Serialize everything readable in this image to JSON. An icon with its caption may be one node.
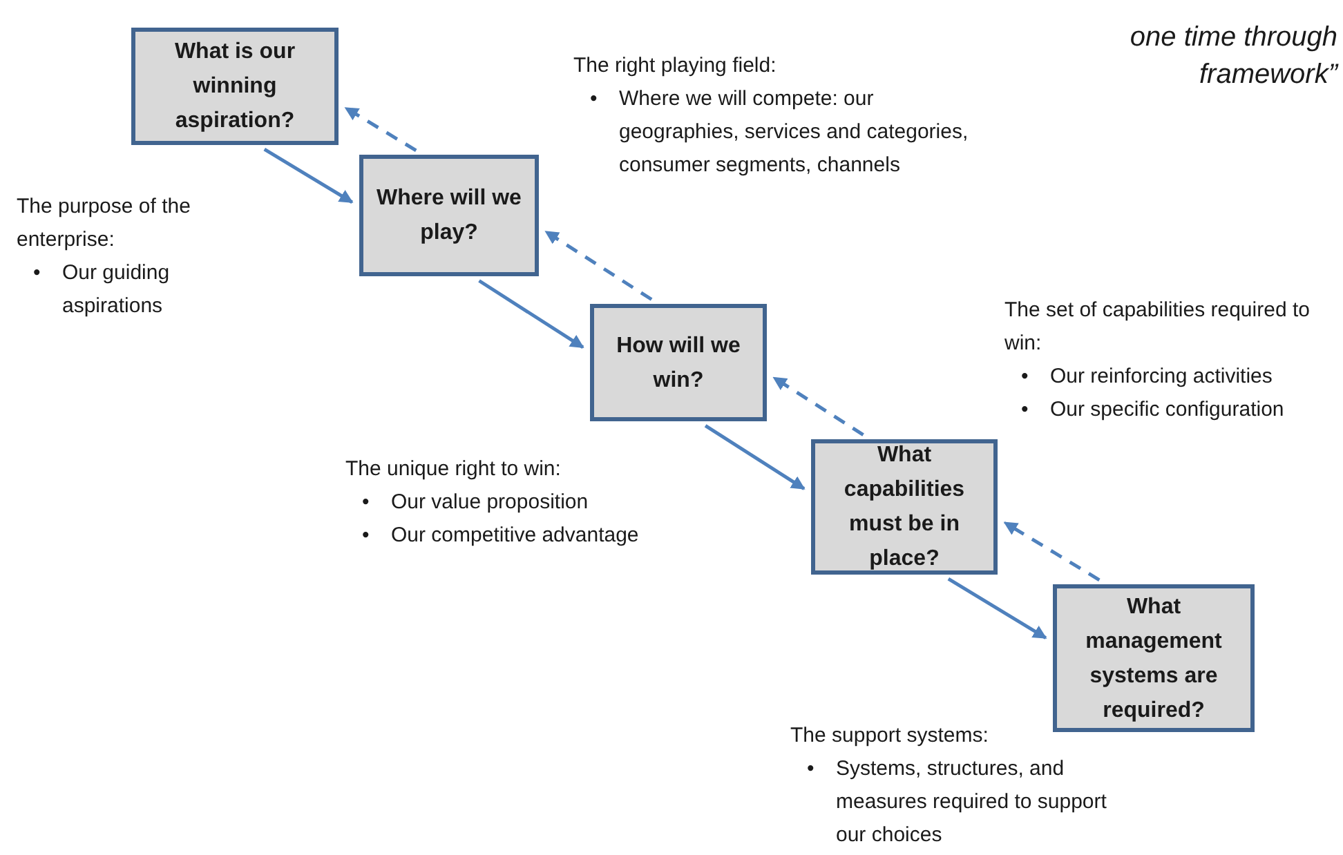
{
  "diagram": {
    "nodes": [
      {
        "text": [
          "What is our winning aspiration?"
        ]
      },
      {
        "text": [
          "Where will we play?"
        ]
      },
      {
        "text": [
          "How will we win?"
        ]
      },
      {
        "text": [
          "What capabilities must be in place?"
        ]
      },
      {
        "text": [
          "What management systems are required?"
        ]
      }
    ],
    "edges": [
      {
        "from": 0,
        "to": 1,
        "arrow": "to"
      },
      {
        "from": 1,
        "to": 0,
        "arrow": "to",
        "style": "dashed"
      },
      {
        "from": 1,
        "to": 2,
        "arrow": "to"
      },
      {
        "from": 2,
        "to": 1,
        "arrow": "to",
        "style": "dashed"
      },
      {
        "from": 2,
        "to": 3,
        "arrow": "to"
      },
      {
        "from": 3,
        "to": 2,
        "arrow": "to",
        "style": "dashed"
      },
      {
        "from": 3,
        "to": 4,
        "arrow": "to"
      },
      {
        "from": 4,
        "to": 3,
        "arrow": "to",
        "style": "dashed"
      }
    ],
    "labels": [
      "one time through framework”",
      "The right playing field:",
      "•",
      "Where we will compete: our geographies, services and categories, consumer segments, channels",
      "The purpose of the enterprise:",
      "•",
      "Our guiding aspirations",
      "The set of capabilities required to win:",
      "•",
      "Our reinforcing activities",
      "•",
      "Our specific configuration",
      "The unique right to win:",
      "•",
      "Our value proposition",
      "•",
      "Our competitive advantage",
      "The support systems:",
      "•",
      "Systems, structures, and measures required to support our choices"
    ]
  }
}
